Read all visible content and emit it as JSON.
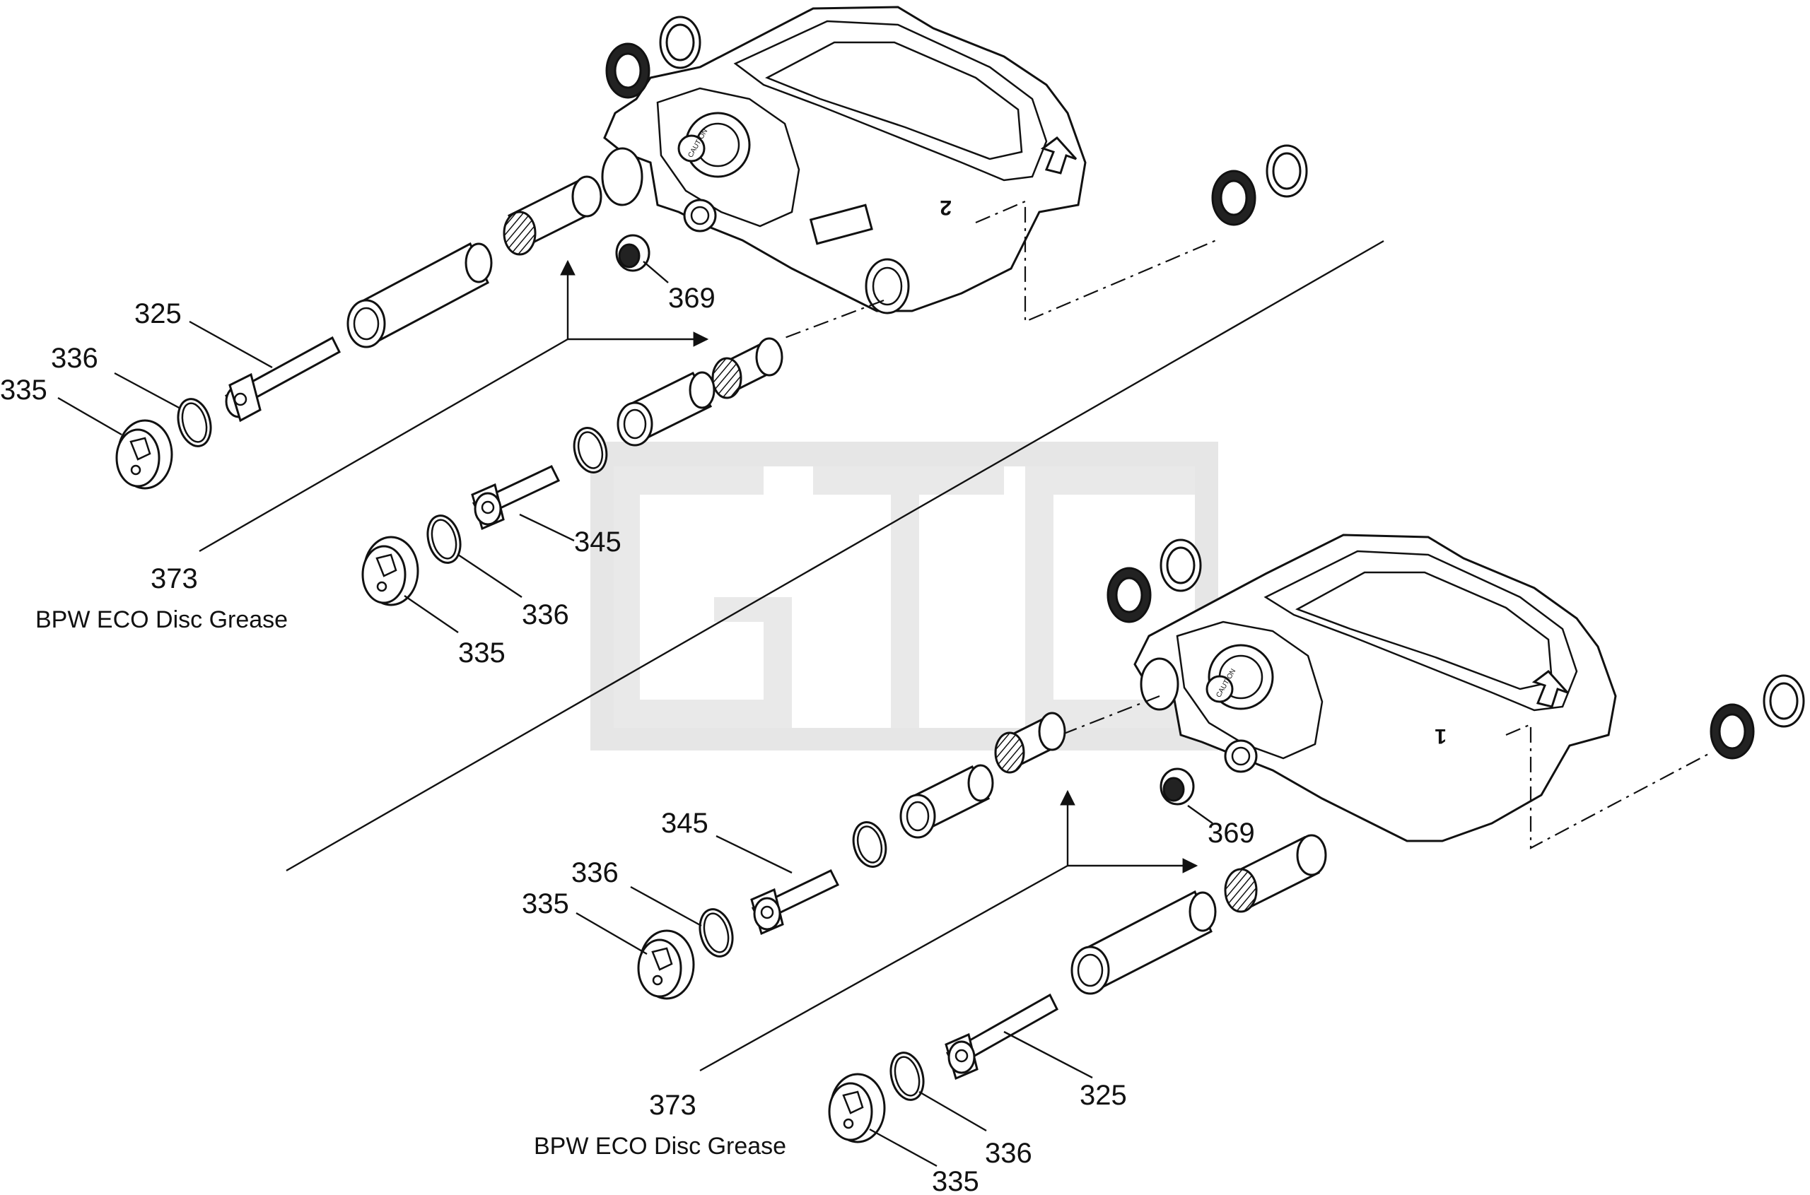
{
  "labels": {
    "top_325": "325",
    "top_336_a": "336",
    "top_335_a": "335",
    "top_369": "369",
    "top_345": "345",
    "top_336_b": "336",
    "top_335_b": "335",
    "top_373": "373",
    "top_grease": "BPW ECO Disc Grease",
    "bot_345": "345",
    "bot_336_a": "336",
    "bot_335_a": "335",
    "bot_369": "369",
    "bot_373": "373",
    "bot_grease": "BPW ECO Disc Grease",
    "bot_325": "325",
    "bot_336_b": "336",
    "bot_335_b": "335"
  },
  "caliper_marks": {
    "top_caliper_number": "2",
    "bottom_caliper_number": "1",
    "caution": "CAUTION"
  },
  "colors": {
    "line": "#111111",
    "watermark": "#e6e6e6"
  }
}
